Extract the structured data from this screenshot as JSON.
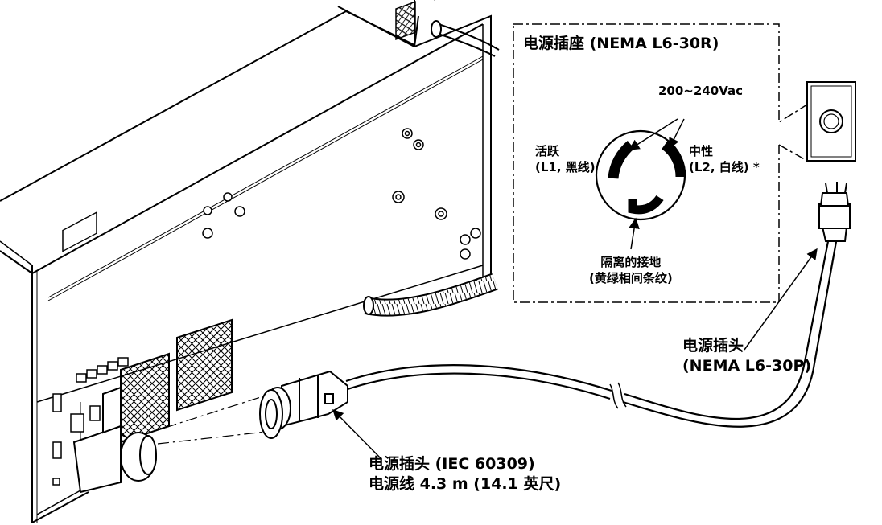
{
  "inset": {
    "title": "电源插座 (NEMA L6-30R)",
    "voltage": "200~240Vac",
    "live_name": "活跃",
    "live_detail": "(L1, 黑线)",
    "neutral_name": "中性",
    "neutral_detail": "(L2, 白线) *",
    "ground_name": "隔离的接地",
    "ground_detail": "(黄绿相间条纹)"
  },
  "callouts": {
    "nema_plug_name": "电源插头",
    "nema_plug_model": "(NEMA L6-30P)",
    "iec_plug": "电源插头 (IEC 60309)",
    "cord_length": "电源线 4.3 m (14.1 英尺)"
  }
}
